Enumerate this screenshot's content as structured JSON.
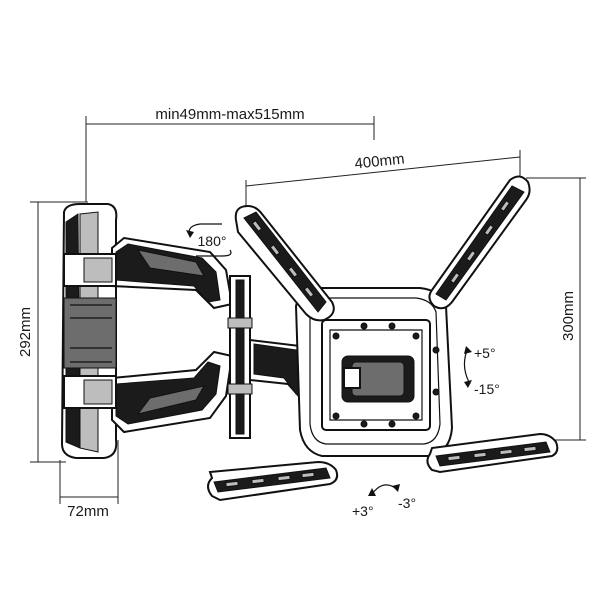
{
  "dimensions": {
    "arm_extension": "min49mm-max515mm",
    "horizontal_hole_spacing": "400mm",
    "vertical_hole_spacing": "300mm",
    "wall_plate_height": "292mm",
    "wall_plate_depth": "72mm"
  },
  "adjustments": {
    "swivel": "180°",
    "tilt_up": "+5°",
    "tilt_down": "-15°",
    "level_plus": "+3°",
    "level_minus": "-3°"
  }
}
